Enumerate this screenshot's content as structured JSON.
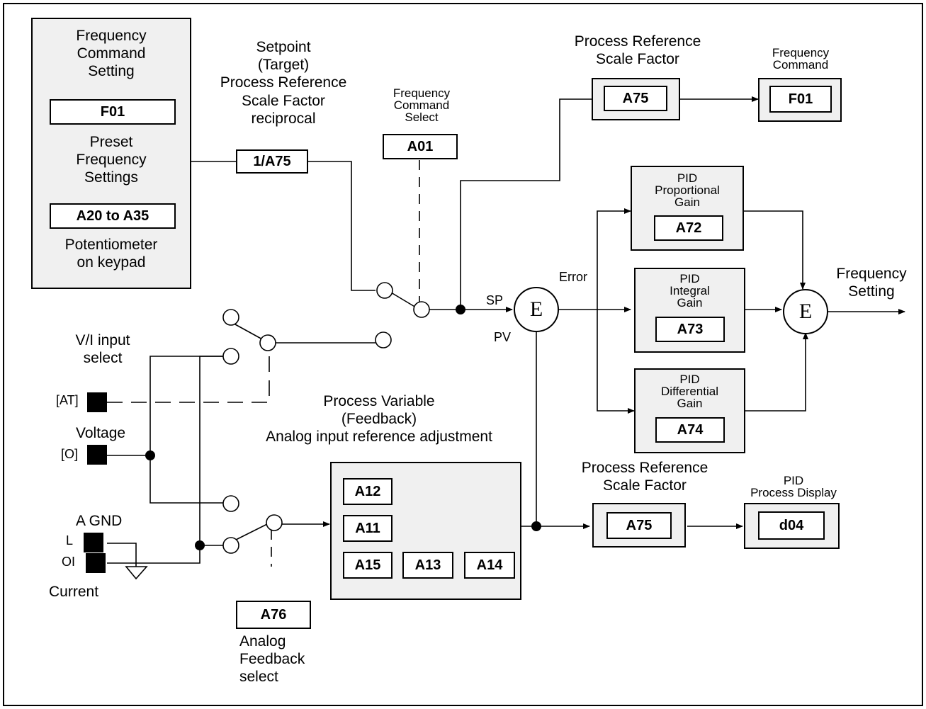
{
  "source_block": {
    "freq_command_setting": "Frequency\nCommand\nSetting",
    "f01": "F01",
    "preset_freq": "Preset\nFrequency\nSettings",
    "a20_a35": "A20 to A35",
    "potentiometer": "Potentiometer\non keypad"
  },
  "setpoint": {
    "label": "Setpoint\n(Target)\nProcess Reference\nScale Factor\nreciprocal",
    "box": "1/A75"
  },
  "freq_select": {
    "label": "Frequency\nCommand\nSelect",
    "box": "A01"
  },
  "scale_top": {
    "label": "Process Reference\nScale Factor",
    "box": "A75"
  },
  "freq_command": {
    "label": "Frequency\nCommand",
    "box": "F01"
  },
  "pid_p": {
    "label": "PID\nProportional\nGain",
    "box": "A72"
  },
  "pid_i": {
    "label": "PID\nIntegral\nGain",
    "box": "A73"
  },
  "pid_d": {
    "label": "PID\nDifferential\nGain",
    "box": "A74"
  },
  "summer": {
    "symbol": "E",
    "sp": "SP",
    "pv": "PV",
    "error": "Error"
  },
  "output": {
    "symbol": "E",
    "label": "Frequency\nSetting"
  },
  "inputs": {
    "vi_select": "V/I input\nselect",
    "at": "[AT]",
    "voltage": "Voltage",
    "o": "[O]",
    "agnd": "A GND",
    "l": "L",
    "oi": "OI",
    "current": "Current"
  },
  "feedback": {
    "label": "Process Variable\n(Feedback)\nAnalog input reference adjustment",
    "a12": "A12",
    "a11": "A11",
    "a15": "A15",
    "a13": "A13",
    "a14": "A14"
  },
  "analog_select": {
    "box": "A76",
    "label": "Analog\nFeedback\nselect"
  },
  "scale_bottom": {
    "label": "Process Reference\nScale Factor",
    "box": "A75"
  },
  "pid_display": {
    "label": "PID\nProcess Display",
    "box": "d04"
  }
}
